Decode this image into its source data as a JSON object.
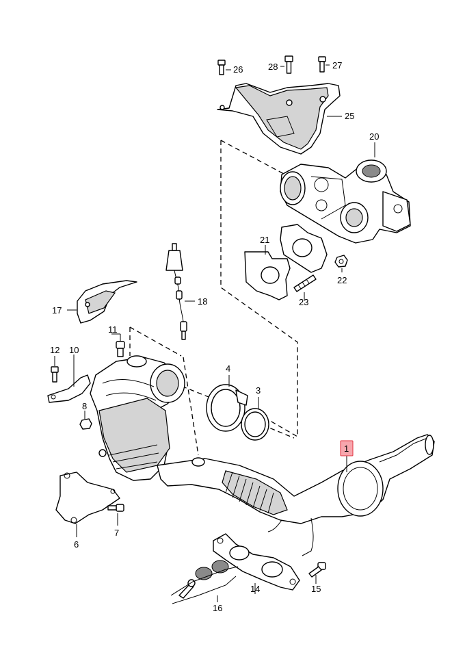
{
  "diagram": {
    "accent_color": "#e0323e",
    "highlighted_callout": "1",
    "callouts": [
      "1",
      "3",
      "4",
      "6",
      "7",
      "8",
      "10",
      "11",
      "12",
      "14",
      "15",
      "16",
      "17",
      "18",
      "20",
      "21",
      "22",
      "23",
      "25",
      "26",
      "27",
      "28"
    ]
  }
}
